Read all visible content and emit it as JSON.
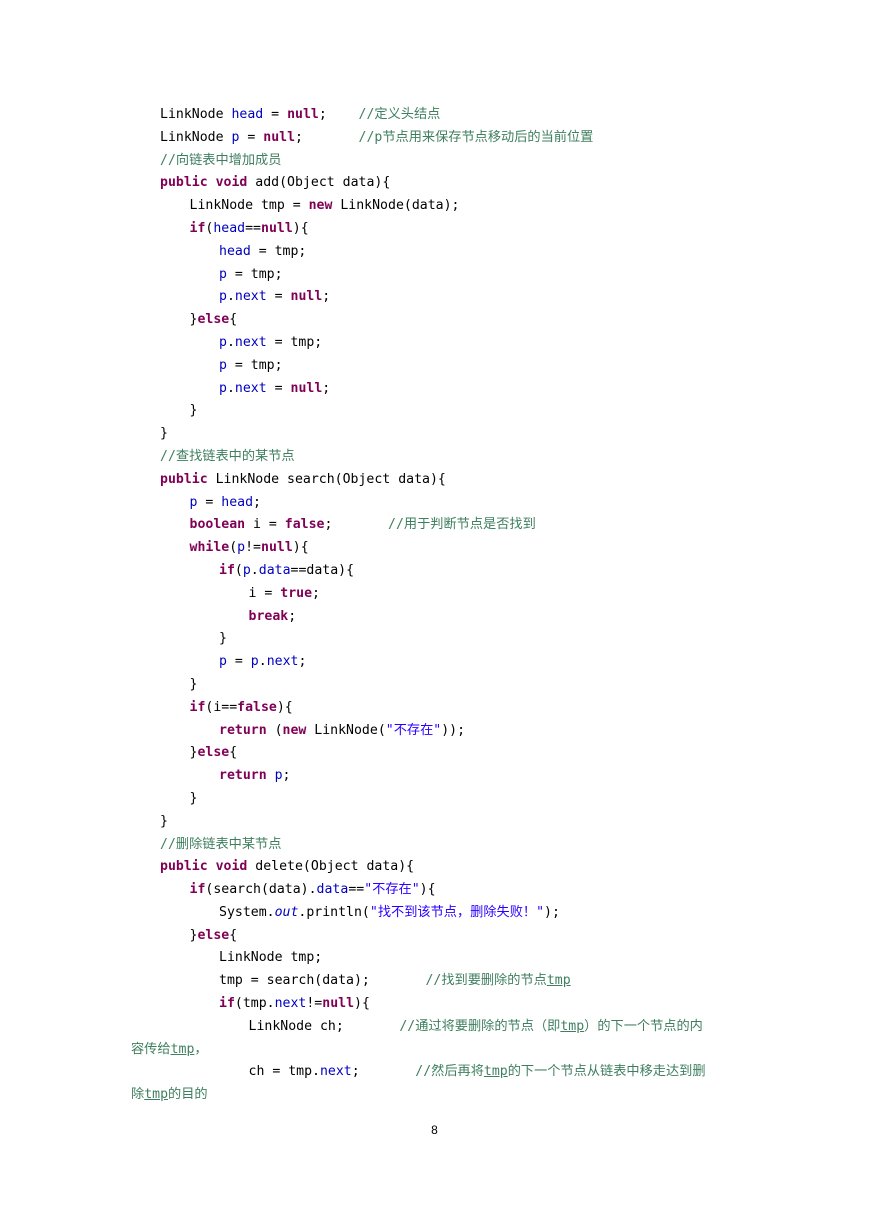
{
  "code_lines": [
    {
      "indent": 1,
      "tokens": [
        [
          "t",
          "LinkNode "
        ],
        [
          "fld",
          "head"
        ],
        [
          "t",
          " = "
        ],
        [
          "kw",
          "null"
        ],
        [
          "t",
          ";    "
        ],
        [
          "cm",
          "//定义头结点"
        ]
      ]
    },
    {
      "indent": 1,
      "tokens": [
        [
          "t",
          "LinkNode "
        ],
        [
          "fld",
          "p"
        ],
        [
          "t",
          " = "
        ],
        [
          "kw",
          "null"
        ],
        [
          "t",
          ";       "
        ],
        [
          "cm",
          "//p节点用来保存节点移动后的当前位置"
        ]
      ]
    },
    {
      "indent": 1,
      "tokens": [
        [
          "cm",
          "//向链表中增加成员"
        ]
      ]
    },
    {
      "indent": 1,
      "tokens": [
        [
          "kw",
          "public"
        ],
        [
          "t",
          " "
        ],
        [
          "kw",
          "void"
        ],
        [
          "t",
          " add(Object data){"
        ]
      ]
    },
    {
      "indent": 2,
      "tokens": [
        [
          "t",
          "LinkNode tmp = "
        ],
        [
          "kw",
          "new"
        ],
        [
          "t",
          " LinkNode(data);"
        ]
      ]
    },
    {
      "indent": 2,
      "tokens": [
        [
          "kw",
          "if"
        ],
        [
          "t",
          "("
        ],
        [
          "fld",
          "head"
        ],
        [
          "t",
          "=="
        ],
        [
          "kw",
          "null"
        ],
        [
          "t",
          "){"
        ]
      ]
    },
    {
      "indent": 3,
      "tokens": [
        [
          "fld",
          "head"
        ],
        [
          "t",
          " = tmp;"
        ]
      ]
    },
    {
      "indent": 3,
      "tokens": [
        [
          "fld",
          "p"
        ],
        [
          "t",
          " = tmp;"
        ]
      ]
    },
    {
      "indent": 3,
      "tokens": [
        [
          "fld",
          "p"
        ],
        [
          "t",
          "."
        ],
        [
          "fld",
          "next"
        ],
        [
          "t",
          " = "
        ],
        [
          "kw",
          "null"
        ],
        [
          "t",
          ";"
        ]
      ]
    },
    {
      "indent": 2,
      "tokens": [
        [
          "t",
          "}"
        ],
        [
          "kw",
          "else"
        ],
        [
          "t",
          "{"
        ]
      ]
    },
    {
      "indent": 3,
      "tokens": [
        [
          "fld",
          "p"
        ],
        [
          "t",
          "."
        ],
        [
          "fld",
          "next"
        ],
        [
          "t",
          " = tmp;"
        ]
      ]
    },
    {
      "indent": 3,
      "tokens": [
        [
          "fld",
          "p"
        ],
        [
          "t",
          " = tmp;"
        ]
      ]
    },
    {
      "indent": 3,
      "tokens": [
        [
          "fld",
          "p"
        ],
        [
          "t",
          "."
        ],
        [
          "fld",
          "next"
        ],
        [
          "t",
          " = "
        ],
        [
          "kw",
          "null"
        ],
        [
          "t",
          ";"
        ]
      ]
    },
    {
      "indent": 2,
      "tokens": [
        [
          "t",
          "}"
        ]
      ]
    },
    {
      "indent": 1,
      "tokens": [
        [
          "t",
          "}"
        ]
      ]
    },
    {
      "indent": 1,
      "tokens": [
        [
          "cm",
          "//查找链表中的某节点"
        ]
      ]
    },
    {
      "indent": 1,
      "tokens": [
        [
          "kw",
          "public"
        ],
        [
          "t",
          " LinkNode search(Object data){"
        ]
      ]
    },
    {
      "indent": 2,
      "tokens": [
        [
          "fld",
          "p"
        ],
        [
          "t",
          " = "
        ],
        [
          "fld",
          "head"
        ],
        [
          "t",
          ";"
        ]
      ]
    },
    {
      "indent": 2,
      "tokens": [
        [
          "kw",
          "boolean"
        ],
        [
          "t",
          " i = "
        ],
        [
          "kw",
          "false"
        ],
        [
          "t",
          ";       "
        ],
        [
          "cm",
          "//用于判断节点是否找到"
        ]
      ]
    },
    {
      "indent": 2,
      "tokens": [
        [
          "kw",
          "while"
        ],
        [
          "t",
          "("
        ],
        [
          "fld",
          "p"
        ],
        [
          "t",
          "!="
        ],
        [
          "kw",
          "null"
        ],
        [
          "t",
          "){"
        ]
      ]
    },
    {
      "indent": 3,
      "tokens": [
        [
          "kw",
          "if"
        ],
        [
          "t",
          "("
        ],
        [
          "fld",
          "p"
        ],
        [
          "t",
          "."
        ],
        [
          "fld",
          "data"
        ],
        [
          "t",
          "==data){"
        ]
      ]
    },
    {
      "indent": 4,
      "tokens": [
        [
          "t",
          "i = "
        ],
        [
          "kw",
          "true"
        ],
        [
          "t",
          ";"
        ]
      ]
    },
    {
      "indent": 4,
      "tokens": [
        [
          "kw",
          "break"
        ],
        [
          "t",
          ";"
        ]
      ]
    },
    {
      "indent": 3,
      "tokens": [
        [
          "t",
          "}"
        ]
      ]
    },
    {
      "indent": 3,
      "tokens": [
        [
          "fld",
          "p"
        ],
        [
          "t",
          " = "
        ],
        [
          "fld",
          "p"
        ],
        [
          "t",
          "."
        ],
        [
          "fld",
          "next"
        ],
        [
          "t",
          ";"
        ]
      ]
    },
    {
      "indent": 2,
      "tokens": [
        [
          "t",
          "}"
        ]
      ]
    },
    {
      "indent": 2,
      "tokens": [
        [
          "kw",
          "if"
        ],
        [
          "t",
          "(i=="
        ],
        [
          "kw",
          "false"
        ],
        [
          "t",
          "){"
        ]
      ]
    },
    {
      "indent": 3,
      "tokens": [
        [
          "kw",
          "return"
        ],
        [
          "t",
          " ("
        ],
        [
          "kw",
          "new"
        ],
        [
          "t",
          " LinkNode("
        ],
        [
          "str",
          "\"不存在\""
        ],
        [
          "t",
          "));"
        ]
      ]
    },
    {
      "indent": 2,
      "tokens": [
        [
          "t",
          "}"
        ],
        [
          "kw",
          "else"
        ],
        [
          "t",
          "{"
        ]
      ]
    },
    {
      "indent": 3,
      "tokens": [
        [
          "kw",
          "return"
        ],
        [
          "t",
          " "
        ],
        [
          "fld",
          "p"
        ],
        [
          "t",
          ";"
        ]
      ]
    },
    {
      "indent": 2,
      "tokens": [
        [
          "t",
          "}"
        ]
      ]
    },
    {
      "indent": 1,
      "tokens": [
        [
          "t",
          "}"
        ]
      ]
    },
    {
      "indent": 1,
      "tokens": [
        [
          "cm",
          "//删除链表中某节点"
        ]
      ]
    },
    {
      "indent": 1,
      "tokens": [
        [
          "kw",
          "public"
        ],
        [
          "t",
          " "
        ],
        [
          "kw",
          "void"
        ],
        [
          "t",
          " delete(Object data){"
        ]
      ]
    },
    {
      "indent": 2,
      "tokens": [
        [
          "kw",
          "if"
        ],
        [
          "t",
          "(search(data)."
        ],
        [
          "fld",
          "data"
        ],
        [
          "t",
          "=="
        ],
        [
          "str",
          "\"不存在\""
        ],
        [
          "t",
          "){"
        ]
      ]
    },
    {
      "indent": 3,
      "tokens": [
        [
          "t",
          "System."
        ],
        [
          "st",
          "out"
        ],
        [
          "t",
          ".println("
        ],
        [
          "str",
          "\"找不到该节点，删除失败！\""
        ],
        [
          "t",
          ");"
        ]
      ]
    },
    {
      "indent": 2,
      "tokens": [
        [
          "t",
          "}"
        ],
        [
          "kw",
          "else"
        ],
        [
          "t",
          "{"
        ]
      ]
    },
    {
      "indent": 3,
      "tokens": [
        [
          "t",
          "LinkNode tmp;"
        ]
      ]
    },
    {
      "indent": 3,
      "tokens": [
        [
          "t",
          "tmp = search(data);       "
        ],
        [
          "cm",
          "//找到要删除的节点"
        ],
        [
          "cmu",
          "tmp"
        ]
      ]
    },
    {
      "indent": 3,
      "tokens": [
        [
          "kw",
          "if"
        ],
        [
          "t",
          "(tmp."
        ],
        [
          "fld",
          "next"
        ],
        [
          "t",
          "!="
        ],
        [
          "kw",
          "null"
        ],
        [
          "t",
          "){"
        ]
      ]
    },
    {
      "indent": 4,
      "tokens": [
        [
          "t",
          "LinkNode ch;       "
        ],
        [
          "cm",
          "//通过将要删除的节点（即"
        ],
        [
          "cmu",
          "tmp"
        ],
        [
          "cm",
          "）的下一个节点的内"
        ]
      ]
    },
    {
      "indent": 0,
      "tokens": [
        [
          "cm",
          "容传给"
        ],
        [
          "cmu",
          "tmp"
        ],
        [
          "cm",
          "，"
        ]
      ]
    },
    {
      "indent": 4,
      "tokens": [
        [
          "t",
          "ch = tmp."
        ],
        [
          "fld",
          "next"
        ],
        [
          "t",
          ";       "
        ],
        [
          "cm",
          "//然后再将"
        ],
        [
          "cmu",
          "tmp"
        ],
        [
          "cm",
          "的下一个节点从链表中移走达到删"
        ]
      ]
    },
    {
      "indent": 0,
      "tokens": [
        [
          "cm",
          "除"
        ],
        [
          "cmu",
          "tmp"
        ],
        [
          "cm",
          "的目的"
        ]
      ]
    }
  ],
  "page_number": "8"
}
